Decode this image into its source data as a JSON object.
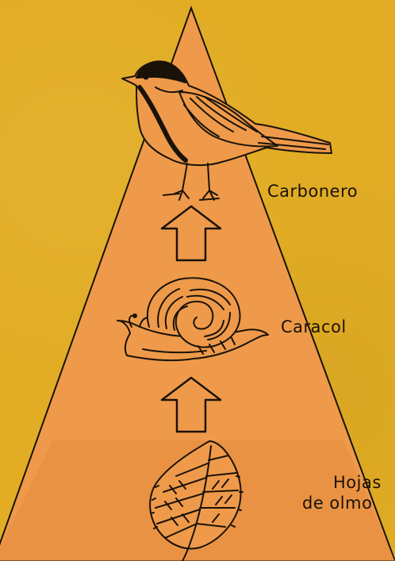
{
  "colors": {
    "background": "#e2ad25",
    "pyramid": "#ee9a4a",
    "ink": "#1a1208"
  },
  "icons": [
    "bird-icon",
    "up-arrow-icon",
    "snail-icon",
    "up-arrow-icon",
    "leaf-icon"
  ],
  "levels": {
    "top": {
      "label": "Carbonero",
      "icon": "bird-icon"
    },
    "middle": {
      "label": "Caracol",
      "icon": "snail-icon"
    },
    "bottom": {
      "label_line1": "Hojas",
      "label_line2": "de olmo",
      "icon": "leaf-icon"
    }
  }
}
